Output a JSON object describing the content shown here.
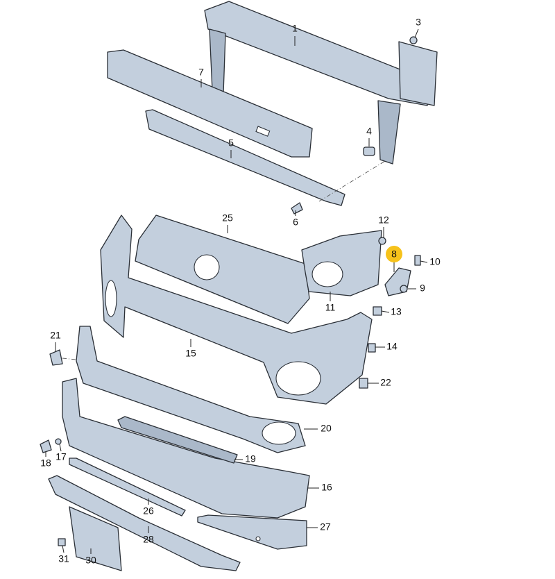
{
  "diagram": {
    "highlight_color": "#f6c21b",
    "highlighted_part": "8",
    "labels": {
      "p1": "1",
      "p3": "3",
      "p4": "4",
      "p5": "5",
      "p6": "6",
      "p7": "7",
      "p8": "8",
      "p9": "9",
      "p10": "10",
      "p11": "11",
      "p12": "12",
      "p13": "13",
      "p14": "14",
      "p15": "15",
      "p16": "16",
      "p17": "17",
      "p18": "18",
      "p19": "19",
      "p20": "20",
      "p21": "21",
      "p22": "22",
      "p25": "25",
      "p26": "26",
      "p27": "27",
      "p28": "28",
      "p30": "30",
      "p31": "31"
    }
  }
}
